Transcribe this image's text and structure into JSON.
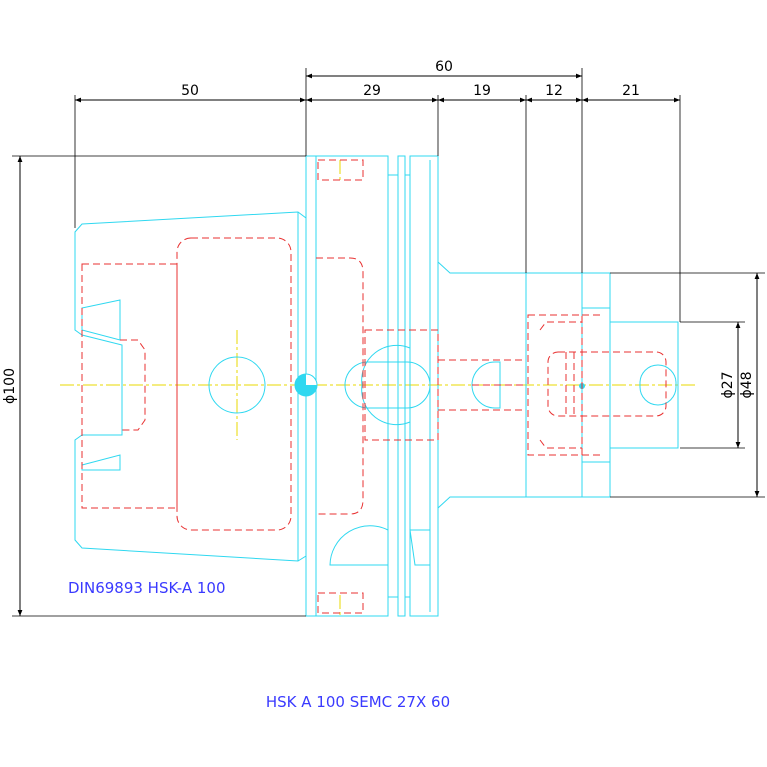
{
  "dimensions": {
    "overall_length": "60",
    "left_50": "50",
    "seg_29": "29",
    "seg_19": "19",
    "seg_12": "12",
    "seg_21": "21",
    "dia_100": "ϕ100",
    "dia_27": "ϕ27",
    "dia_48": "ϕ48"
  },
  "labels": {
    "standard": "DIN69893 HSK-A 100",
    "part_name": "HSK A 100 SEMC 27X 60"
  },
  "colors": {
    "outline": "#2fd8f0",
    "hidden": "#e83030",
    "centerline": "#e8d800",
    "dimension": "#000000",
    "text": "#3a3aff"
  }
}
